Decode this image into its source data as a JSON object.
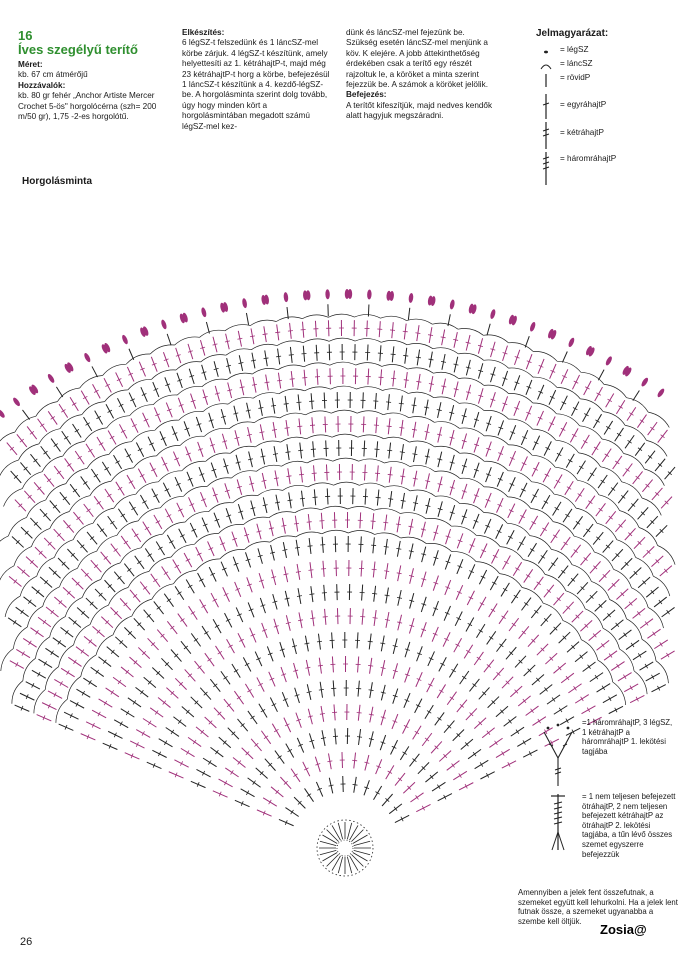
{
  "header": {
    "number": "16",
    "title": "Íves szegélyű terítő"
  },
  "column1": {
    "size_heading": "Méret:",
    "size_text": "kb. 67 cm átmérőjű",
    "materials_heading": "Hozzávalók:",
    "materials_text": "kb. 80 gr fehér „Anchor Artiste Mercer Crochet 5-ös\" horgolócérna (szh= 200 m/50 gr), 1,75 -2-es horgolótű."
  },
  "column2": {
    "heading": "Elkészítés:",
    "text": "6 légSZ-t felszedünk és 1 láncSZ-mel körbe zárjuk. 4 légSZ-t készítünk, amely helyettesíti az 1. kétráhajtP-t, majd még 23 kétráhajtP-t horg a körbe, befejezésül 1 láncSZ-t készítünk a 4. kezdő-légSZ-be. A horgolásminta szerint dolg tovább, úgy hogy minden kört a horgolásmintában megadott számú légSZ-mel kez-"
  },
  "column3": {
    "text": "dünk és láncSZ-mel fejezünk be. Szükség esetén láncSZ-mel menjünk a köv. K elejére. A jobb áttekinthetőség érdekében csak a terítő egy részét rajzoltuk le, a köröket a minta szerint fejezzük be. A számok a köröket jelölik.",
    "finish_heading": "Befejezés:",
    "finish_text": "A terítőt kifeszítjük, majd nedves kendők alatt hagyjuk megszáradni."
  },
  "legend": {
    "title": "Jelmagyarázat:",
    "items": [
      {
        "icon": "dot-icon",
        "label": "= légSZ"
      },
      {
        "icon": "arc-icon",
        "label": "= láncSZ"
      },
      {
        "icon": "short-bar-icon",
        "label": "= rövidP"
      },
      {
        "icon": "one-cross-bar-icon",
        "label": "= egyráhajtP"
      },
      {
        "icon": "two-cross-bar-icon",
        "label": "= kétráhajtP"
      },
      {
        "icon": "three-cross-bar-icon",
        "label": "= háromráhajtP"
      }
    ]
  },
  "chart": {
    "heading": "Horgolásminta",
    "accent_color": "#a0307a",
    "ink_color": "#222222"
  },
  "notes": {
    "cluster_note": "=1 háromráhajtP, 3 légSZ, 1 kétráhajtP a háromráhajtP 1. lekötési tagjába",
    "bundle_note": "= 1 nem teljesen befejezett ötráhajtP, 2 nem teljesen befejezett kétráhajtP az ötráhajtP 2. lekötési tagjába, a tűn lévő összes szemet egyszerre befejezzük",
    "bottom_note": "Amennyiben a jelek fent összefutnak, a szemeket együtt kell lehurkolni. Ha a jelek lent futnak össze, a szemeket ugyanabba a szembe kell öltjük."
  },
  "footer": {
    "page_number": "26",
    "watermark": "Zosia@"
  }
}
